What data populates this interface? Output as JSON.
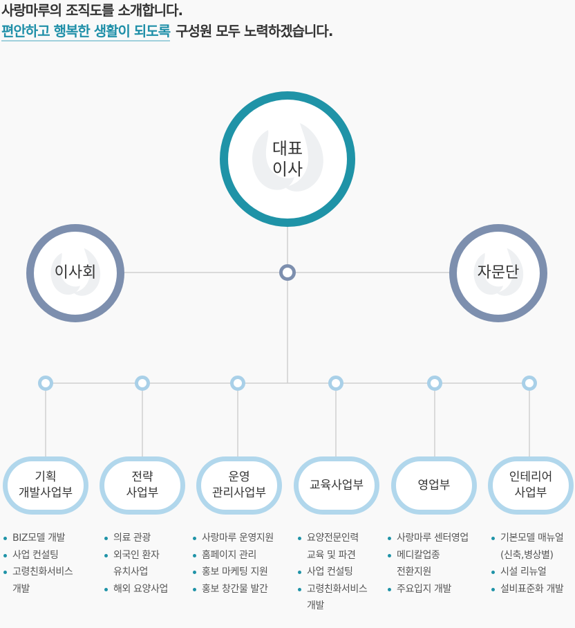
{
  "intro": {
    "line1": "사랑마루의 조직도를 소개합니다.",
    "line2_highlight": "편안하고 행복한 생활이 되도록",
    "line2_rest": "구성원 모두 노력하겠습니다."
  },
  "colors": {
    "ceo_ring": "#1f93a7",
    "side_ring": "#7d8fae",
    "dept_ring": "#b1d7ec",
    "highlight_text": "#1f8fa8",
    "bullet": "#1f93a7",
    "connector": "#cfcfcf"
  },
  "org": {
    "ceo": "대표\n이사",
    "board": "이사회",
    "advisory": "자문단",
    "departments": [
      {
        "name": "기획\n개발사업부",
        "items": [
          "BIZ모델 개발",
          "사업 컨설팅",
          "고령친화서비스\n개발"
        ]
      },
      {
        "name": "전략\n사업부",
        "items": [
          "의료 관광",
          "외국인 환자\n유치사업",
          "해외 요양사업"
        ]
      },
      {
        "name": "운영\n관리사업부",
        "items": [
          "사랑마루 운영지원",
          "홈페이지 관리",
          "홍보 마케팅 지원",
          "홍보 창간물 발간"
        ]
      },
      {
        "name": "교육사업부",
        "items": [
          "요양전문인력\n교육 및 파견",
          "사업 컨설팅",
          "고령친화서비스\n개발"
        ]
      },
      {
        "name": "영업부",
        "items": [
          "사랑마루 센터영업",
          "메디칼업종\n전환지원",
          "주요입지 개발"
        ]
      },
      {
        "name": "인테리어\n사업부",
        "items": [
          "기본모델 매뉴얼\n(신축,병상별)",
          "시설 리뉴얼",
          "설비표준화 개발"
        ]
      }
    ]
  }
}
